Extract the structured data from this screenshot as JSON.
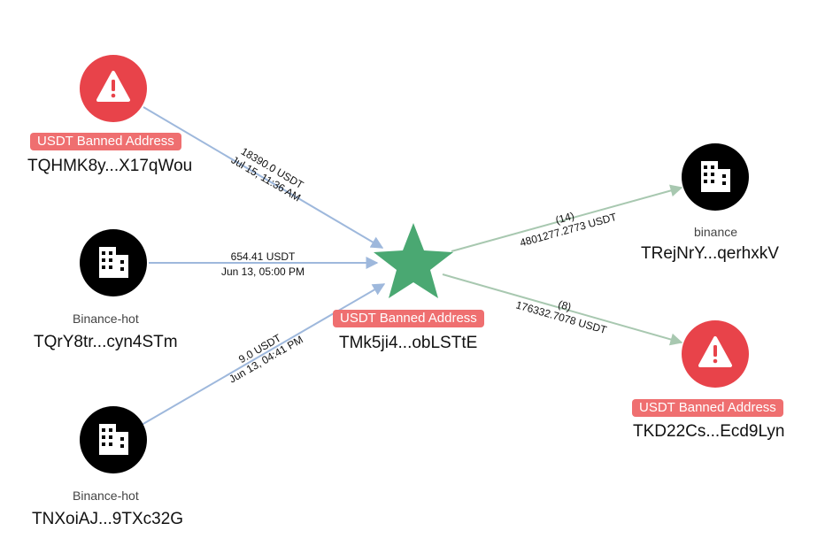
{
  "colors": {
    "danger_node": "#e8434a",
    "exchange_node": "#000000",
    "center_star": "#4aa872",
    "tag_bg": "#ef6f70",
    "edge_in": "#9eb8dc",
    "edge_out": "#a8c8b0"
  },
  "nodes": [
    {
      "id": "n1",
      "icon": "warning-icon",
      "tag": "USDT Banned Address",
      "label": "",
      "address": "TQHMK8y...X17qWou"
    },
    {
      "id": "n2",
      "icon": "building-icon",
      "tag": "",
      "label": "Binance-hot",
      "address": "TQrY8tr...cyn4STm"
    },
    {
      "id": "n3",
      "icon": "building-icon",
      "tag": "",
      "label": "Binance-hot",
      "address": "TNXoiAJ...9TXc32G"
    },
    {
      "id": "center",
      "icon": "star-icon",
      "tag": "USDT Banned Address",
      "label": "",
      "address": "TMk5ji4...obLSTtE"
    },
    {
      "id": "n4",
      "icon": "building-icon",
      "tag": "",
      "label": "binance",
      "address": "TRejNrY...qerhxkV"
    },
    {
      "id": "n5",
      "icon": "warning-icon",
      "tag": "USDT Banned Address",
      "label": "",
      "address": "TKD22Cs...Ecd9Lyn"
    }
  ],
  "edges": [
    {
      "from": "n1",
      "to": "center",
      "line1": "18390.0 USDT",
      "line2": "Jul 15, 11:36 AM"
    },
    {
      "from": "n2",
      "to": "center",
      "line1": "654.41 USDT",
      "line2": "Jun 13, 05:00 PM"
    },
    {
      "from": "n3",
      "to": "center",
      "line1": "9.0 USDT",
      "line2": "Jun 13, 04:41 PM"
    },
    {
      "from": "center",
      "to": "n4",
      "line1": "(14)",
      "line2": "4801277.2773 USDT"
    },
    {
      "from": "center",
      "to": "n5",
      "line1": "(8)",
      "line2": "176332.7078 USDT"
    }
  ]
}
